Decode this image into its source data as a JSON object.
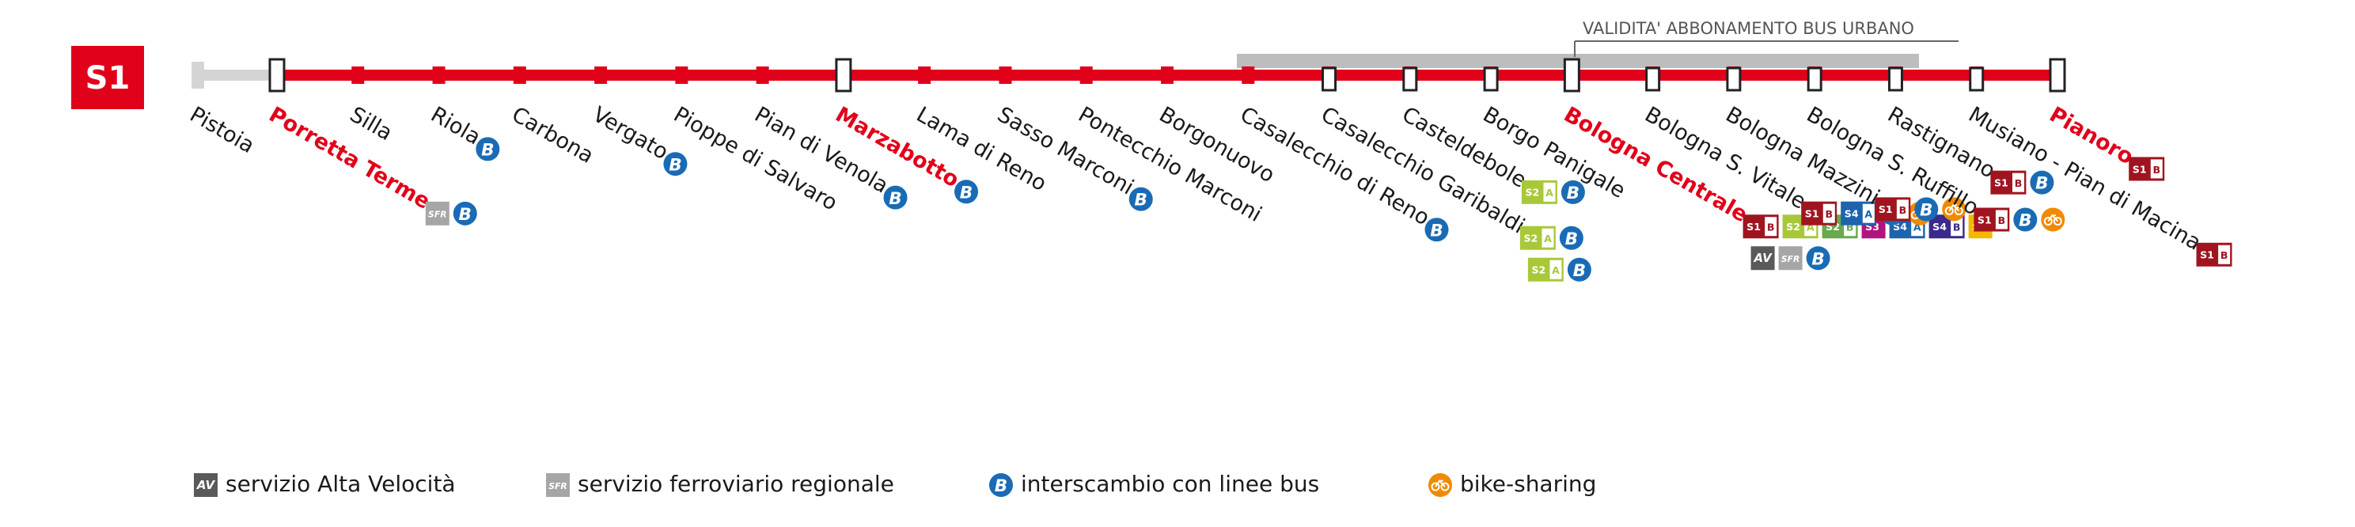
{
  "line": {
    "code": "S1",
    "colors": {
      "line_red": "#e1001a",
      "inactive_grey": "#d4d4d4",
      "zone_grey": "#bdbdbd",
      "bus_blue": "#1a6bb5",
      "bike_orange": "#f08a00",
      "av_grey": "#5a5a5a",
      "sfr_grey": "#a6a6a6"
    }
  },
  "zone": {
    "label": "VALIDITA' ABBONAMENTO BUS URBANO"
  },
  "stations": [
    {
      "name": "Pistoia",
      "major": false,
      "inactive": true,
      "badges": []
    },
    {
      "name": "Porretta Terme",
      "major": true,
      "badges": [
        [
          "SFR",
          "BUS"
        ]
      ]
    },
    {
      "name": "Silla",
      "major": false,
      "badges": []
    },
    {
      "name": "Riola",
      "major": false,
      "badges": [
        [
          "BUS"
        ]
      ]
    },
    {
      "name": "Carbona",
      "major": false,
      "badges": []
    },
    {
      "name": "Vergato",
      "major": false,
      "badges": [
        [
          "BUS"
        ]
      ]
    },
    {
      "name": "Pioppe di Salvaro",
      "major": false,
      "badges": []
    },
    {
      "name": "Pian di Venola",
      "major": false,
      "badges": [
        [
          "BUS"
        ]
      ]
    },
    {
      "name": "Marzabotto",
      "major": true,
      "badges": [
        [
          "BUS"
        ]
      ]
    },
    {
      "name": "Lama di Reno",
      "major": false,
      "badges": []
    },
    {
      "name": "Sasso Marconi",
      "major": false,
      "badges": [
        [
          "BUS"
        ]
      ]
    },
    {
      "name": "Pontecchio Marconi",
      "major": false,
      "badges": []
    },
    {
      "name": "Borgonuovo",
      "major": false,
      "badges": []
    },
    {
      "name": "Casalecchio di Reno",
      "major": false,
      "badges": [
        [
          "BUS"
        ]
      ]
    },
    {
      "name": "Casalecchio Garibaldi",
      "major": false,
      "badges": [
        [
          "S2A",
          "BUS"
        ],
        [
          "S2A",
          "BUS"
        ]
      ]
    },
    {
      "name": "Casteldebole",
      "major": false,
      "badges": [
        [
          "S2A",
          "BUS"
        ]
      ]
    },
    {
      "name": "Borgo Panigale",
      "major": false,
      "badges": []
    },
    {
      "name": "Bologna Centrale",
      "major": true,
      "badges": [
        [
          "S1B",
          "S2A",
          "S2B",
          "S3",
          "S4A",
          "S4B",
          "S5"
        ],
        [
          "AV",
          "SFR",
          "BUS"
        ]
      ]
    },
    {
      "name": "Bologna S. Vitale",
      "major": false,
      "badges": [
        [
          "S1B",
          "S4A",
          "BUS",
          "BIKE"
        ]
      ]
    },
    {
      "name": "Bologna Mazzini",
      "major": false,
      "badges": [
        [
          "S1B",
          "BUS",
          "BIKE"
        ]
      ]
    },
    {
      "name": "Bologna S. Ruffillo",
      "major": false,
      "badges": [
        [
          "S1B",
          "BUS",
          "BIKE"
        ]
      ]
    },
    {
      "name": "Rastignano",
      "major": false,
      "badges": [
        [
          "S1B",
          "BUS"
        ]
      ]
    },
    {
      "name": "Musiano - Pian di Macina",
      "major": false,
      "badges": [
        [
          "S1B"
        ]
      ]
    },
    {
      "name": "Pianoro",
      "major": true,
      "badges": [
        [
          "S1B"
        ]
      ]
    }
  ],
  "legend": [
    {
      "icon": "AV",
      "text": "servizio Alta Velocità"
    },
    {
      "icon": "SFR",
      "text": "servizio ferroviario regionale"
    },
    {
      "icon": "BUS",
      "text": "interscambio con linee bus"
    },
    {
      "icon": "BIKE",
      "text": "bike-sharing"
    }
  ]
}
